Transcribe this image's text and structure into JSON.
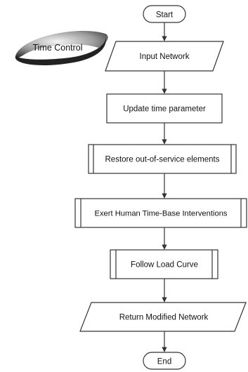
{
  "badge": {
    "label": "Time Control"
  },
  "flowchart": {
    "start": "Start",
    "steps": [
      {
        "label": "Input Network",
        "shape": "parallelogram"
      },
      {
        "label": "Update time parameter",
        "shape": "process"
      },
      {
        "label": "Restore out-of-service elements",
        "shape": "predefined-process"
      },
      {
        "label": "Exert Human Time-Base Interventions",
        "shape": "predefined-process"
      },
      {
        "label": "Follow Load Curve",
        "shape": "predefined-process"
      },
      {
        "label": "Return Modified Network",
        "shape": "parallelogram"
      }
    ],
    "end": "End"
  }
}
